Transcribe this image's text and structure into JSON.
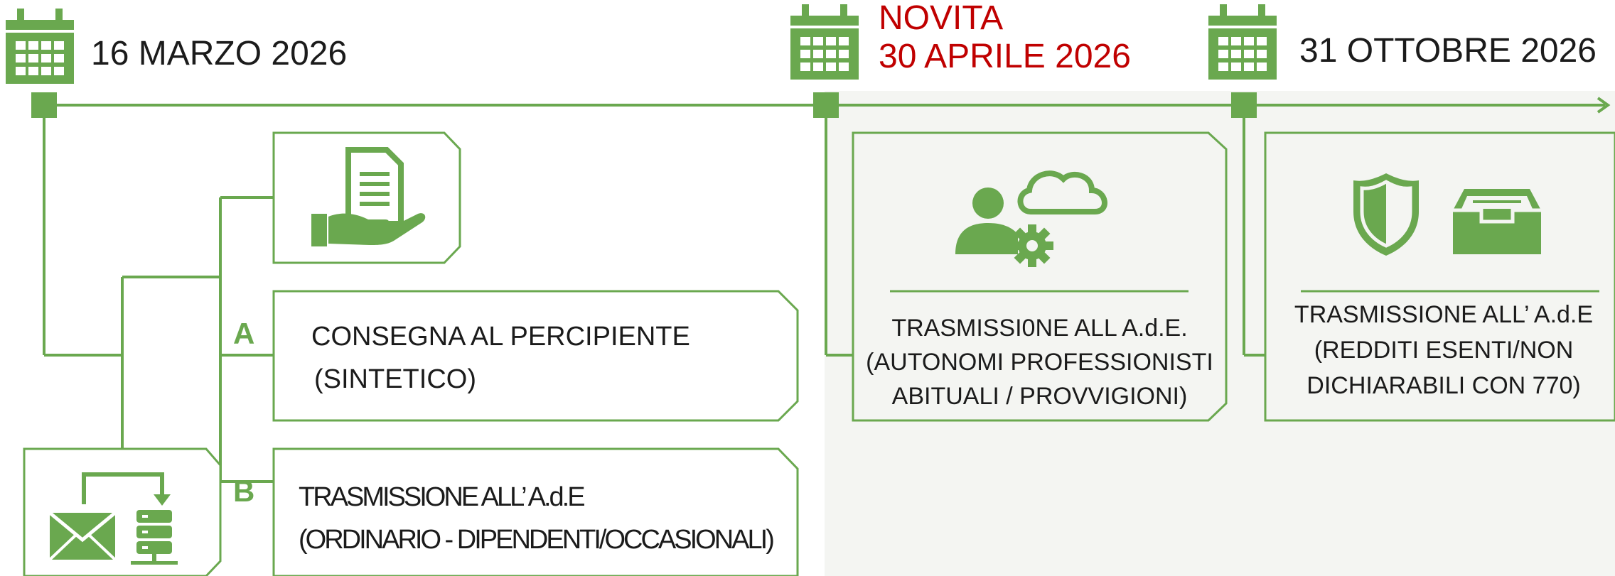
{
  "timeline": {
    "dates": [
      {
        "label": "16 MARZO 2026",
        "icon": "calendar-icon"
      },
      {
        "tag": "NOVITA",
        "label": "30 APRILE 2026",
        "icon": "calendar-icon",
        "color": "#c00000"
      },
      {
        "label": "31 OTTOBRE 2026",
        "icon": "calendar-icon"
      }
    ]
  },
  "steps": [
    {
      "letter": "A",
      "line1": "CONSEGNA   AL   PERCIPIENTE",
      "line2": "(SINTETICO)",
      "icon": "hand-document-icon"
    },
    {
      "letter": "B",
      "line1": "TRASMISSIONE ALL’ A.d.E",
      "line2": "(ORDINARIO - DIPENDENTI/OCCASIONALI)",
      "icon": "mail-server-icon"
    }
  ],
  "april_box": {
    "lines": [
      "TRASMISSI0NE   ALL  A.d.E.",
      "(AUTONOMI PROFESSIONISTI",
      "ABITUALI / PROVVIGIONI)"
    ],
    "icon": "user-cloud-gear-icon"
  },
  "october_box": {
    "lines": [
      "TRASMISSIONE ALL’ A.d.E",
      "(REDDITI ESENTI/NON",
      "DICHIARABILI CON 770)"
    ],
    "icons": [
      "shield-icon",
      "archive-tray-icon"
    ]
  },
  "colors": {
    "accent": "#6aa84f",
    "novita": "#c00000",
    "panel": "#f4f5f2"
  }
}
